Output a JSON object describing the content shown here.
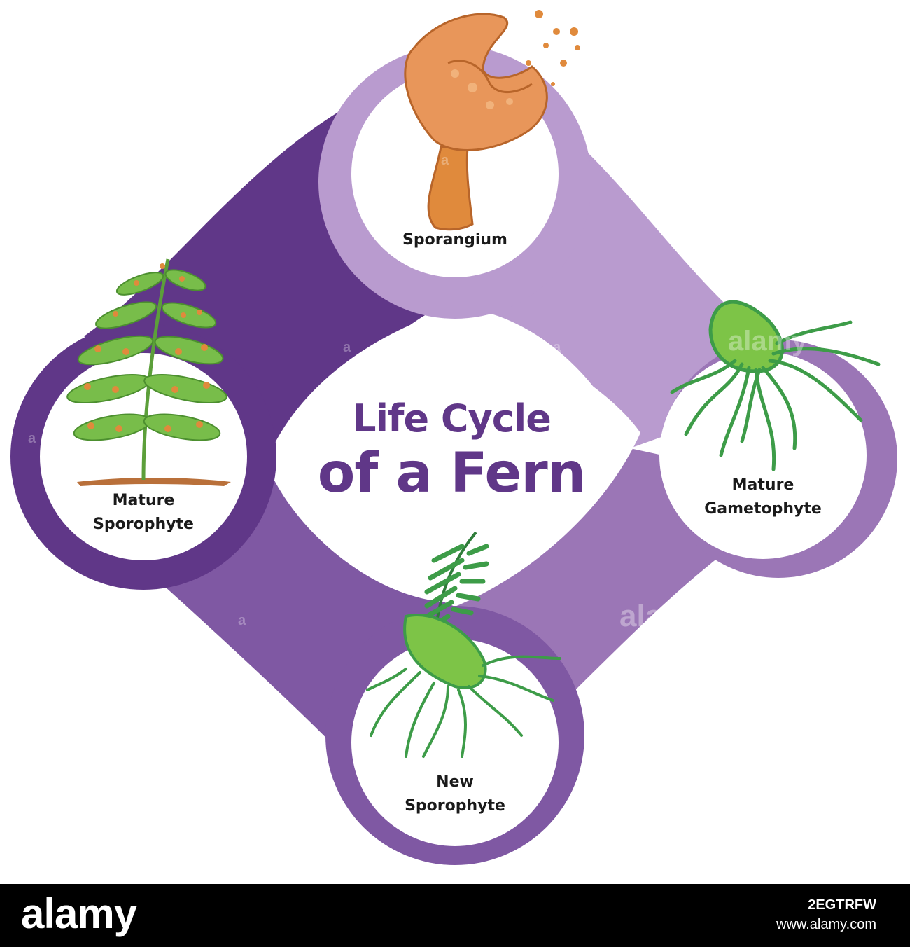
{
  "diagram": {
    "title_line1": "Life Cycle",
    "title_line2": "of a Fern",
    "stages": [
      {
        "label_line1": "Sporangium",
        "label_line2": ""
      },
      {
        "label_line1": "Mature",
        "label_line2": "Gametophyte"
      },
      {
        "label_line1": "New",
        "label_line2": "Sporophyte"
      },
      {
        "label_line1": "Mature",
        "label_line2": "Sporophyte"
      }
    ],
    "colors": {
      "light_lavender": "#b99bcf",
      "medium_purple": "#9b76b6",
      "deep_purple": "#603788",
      "violet": "#7f58a3",
      "title": "#603788",
      "leaf_green": "#5fae3f",
      "sporangium_orange": "#e08a3c"
    },
    "watermark": "alamy"
  },
  "footer": {
    "brand": "alamy",
    "image_code": "2EGTRFW",
    "url": "www.alamy.com"
  }
}
